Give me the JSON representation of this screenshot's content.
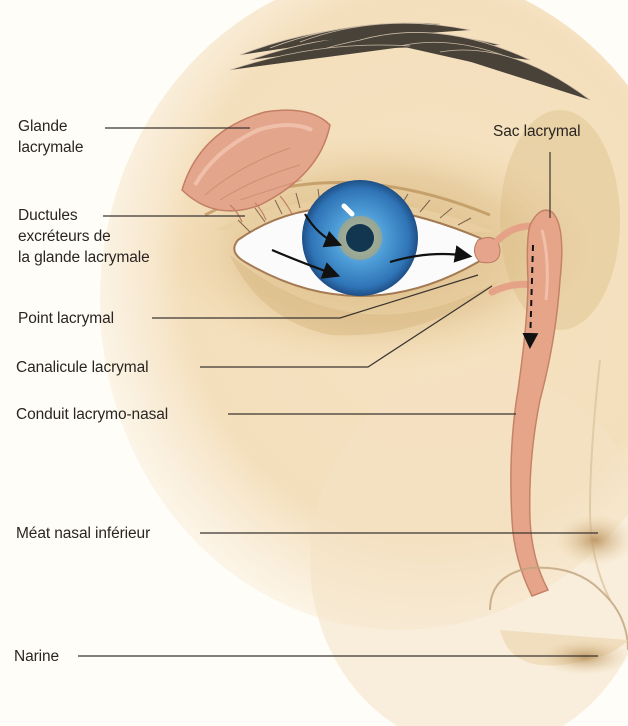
{
  "labels": {
    "glande_line1": "Glande",
    "glande_line2": "lacrymale",
    "ductules_line1": "Ductules",
    "ductules_line2": "excréteurs de",
    "ductules_line3": "la glande lacrymale",
    "sac": "Sac lacrymal",
    "point": "Point lacrymal",
    "canalicule": "Canalicule lacrymal",
    "conduit": "Conduit lacrymo-nasal",
    "meat": "Méat nasal inférieur",
    "narine": "Narine"
  },
  "colors": {
    "duct": "#e6a287",
    "iris": "#3f8fcf",
    "skin": "#f3dcb6",
    "shadow": "#c9a86a",
    "leader": "#3a3431",
    "arrow": "#1a1a1a"
  }
}
